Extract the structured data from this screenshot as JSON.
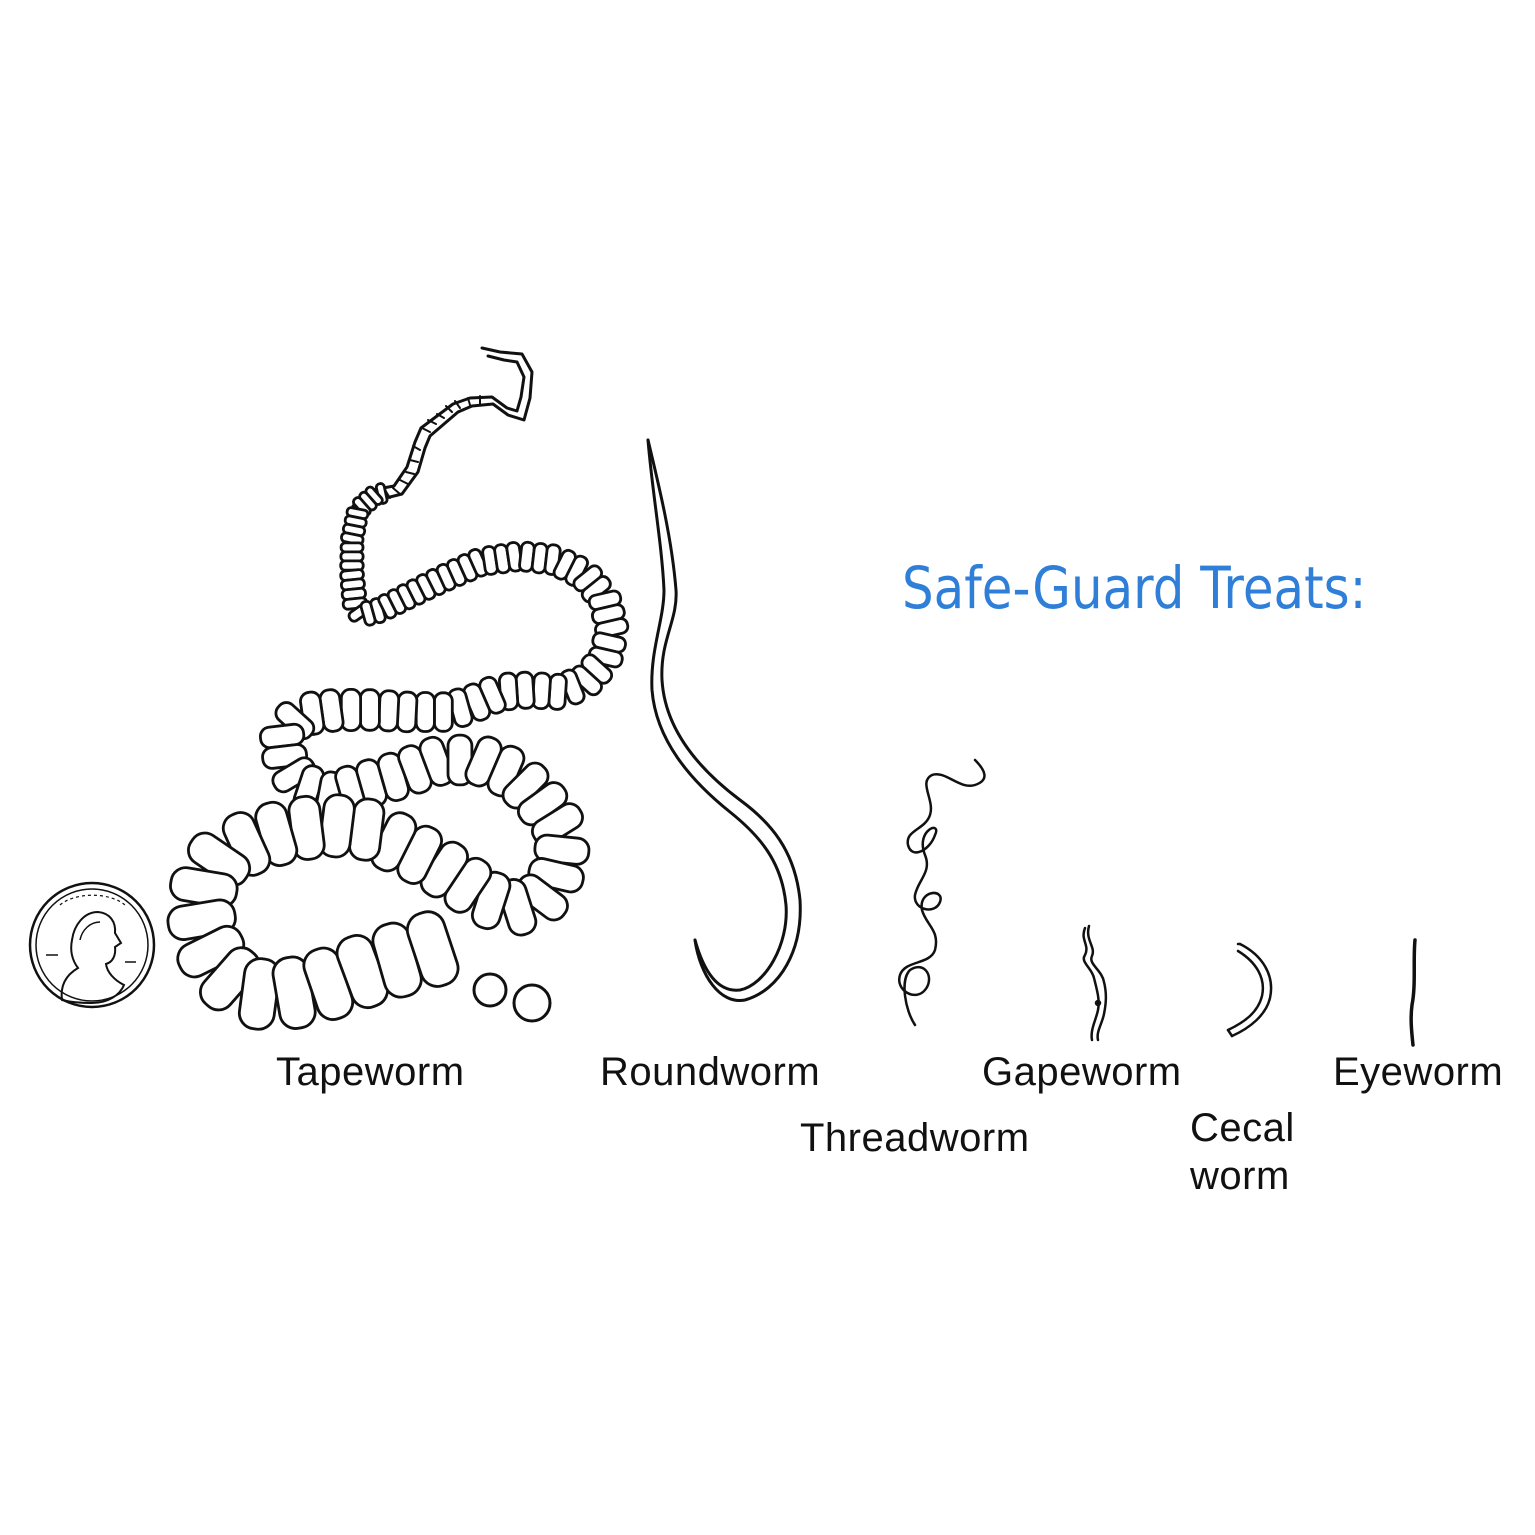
{
  "title": {
    "text": "Safe-Guard Treats:",
    "color": "#2f7fd8"
  },
  "coin": {
    "icon": "penny-coin-icon"
  },
  "worms": [
    {
      "label": "Tapeworm",
      "icon": "tapeworm-icon"
    },
    {
      "label": "Roundworm",
      "icon": "roundworm-icon"
    },
    {
      "label": "Threadworm",
      "icon": "threadworm-icon"
    },
    {
      "label": "Gapeworm",
      "icon": "gapeworm-icon"
    },
    {
      "label": "Cecal worm",
      "icon": "cecal-worm-icon"
    },
    {
      "label": "Eyeworm",
      "icon": "eyeworm-icon"
    }
  ]
}
